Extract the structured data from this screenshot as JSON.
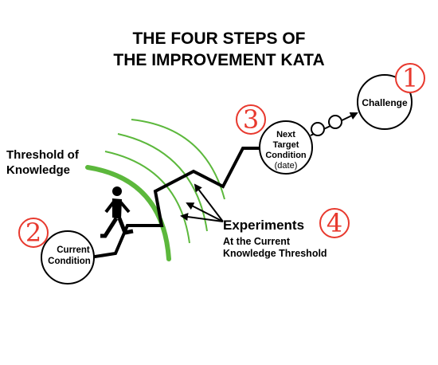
{
  "title": {
    "line1": "THE FOUR STEPS OF",
    "line2": "THE IMPROVEMENT KATA"
  },
  "steps": {
    "challenge": {
      "number": "1",
      "label": "Challenge"
    },
    "current_condition": {
      "number": "2",
      "label_line1": "Current",
      "label_line2": "Condition"
    },
    "next_target": {
      "number": "3",
      "label_line1": "Next",
      "label_line2": "Target",
      "label_line3": "Condition",
      "label_line4": "(date)"
    },
    "experiments": {
      "number": "4",
      "label": "Experiments",
      "sub_line1": "At the Current",
      "sub_line2": "Knowledge Threshold"
    }
  },
  "threshold": {
    "line1": "Threshold of",
    "line2": "Knowledge"
  },
  "colors": {
    "accent_red": "#e8392e",
    "threshold_green": "#5cb83c",
    "line": "#000000"
  }
}
